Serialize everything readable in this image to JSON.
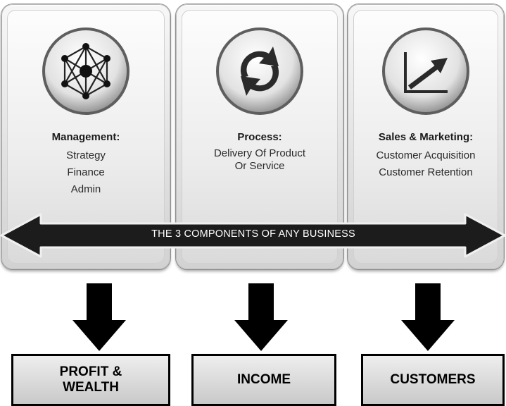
{
  "panels": [
    {
      "title": "Management:",
      "lines": [
        "Strategy",
        "Finance",
        "Admin"
      ],
      "icon": "network-hexagon-icon"
    },
    {
      "title": "Process:",
      "lines": [
        "Delivery Of Product",
        "Or Service"
      ],
      "icon": "refresh-cycle-icon"
    },
    {
      "title": "Sales & Marketing:",
      "lines": [
        "Customer Acquisition",
        "Customer Retention"
      ],
      "icon": "growth-chart-icon"
    }
  ],
  "banner": {
    "text": "THE 3 COMPONENTS  OF ANY BUSINESS"
  },
  "outcomes": [
    {
      "label_line1": "PROFIT &",
      "label_line2": "WEALTH"
    },
    {
      "label_line1": "INCOME"
    },
    {
      "label_line1": "CUSTOMERS"
    }
  ]
}
